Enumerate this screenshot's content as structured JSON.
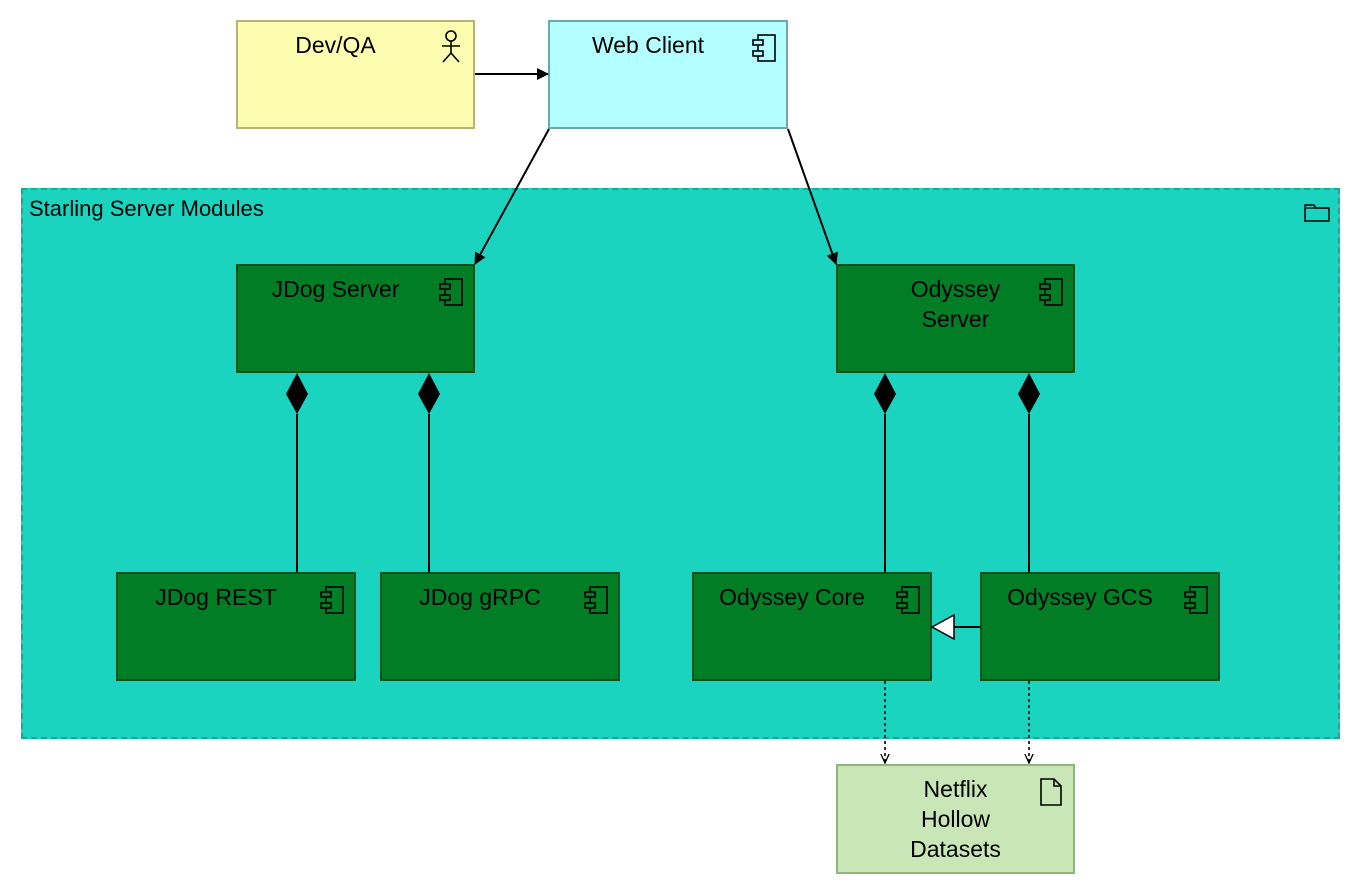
{
  "group": {
    "label": "Starling Server Modules",
    "fill": "#1bd4c0",
    "icon": "folder-icon"
  },
  "nodes": {
    "devqa": {
      "label": "Dev/QA",
      "fill": "#fdfdb0",
      "icon": "actor-icon"
    },
    "webclient": {
      "label": "Web Client",
      "fill": "#b3ffff",
      "icon": "component-icon"
    },
    "jdog_server": {
      "label": "JDog Server",
      "fill": "#007d25",
      "icon": "component-icon"
    },
    "odyssey_server": {
      "label": "Odyssey\nServer",
      "fill": "#007d25",
      "icon": "component-icon"
    },
    "jdog_rest": {
      "label": "JDog REST",
      "fill": "#007d25",
      "icon": "component-icon"
    },
    "jdog_grpc": {
      "label": "JDog gRPC",
      "fill": "#007d25",
      "icon": "component-icon"
    },
    "odyssey_core": {
      "label": "Odyssey Core",
      "fill": "#007d25",
      "icon": "component-icon"
    },
    "odyssey_gcs": {
      "label": "Odyssey GCS",
      "fill": "#007d25",
      "icon": "component-icon"
    },
    "netflix": {
      "label": "Netflix\nHollow\nDatasets",
      "fill": "#c9e6b7",
      "icon": "document-icon"
    }
  },
  "edges": [
    {
      "from": "Dev/QA",
      "to": "Web Client",
      "type": "association-arrow"
    },
    {
      "from": "Web Client",
      "to": "JDog Server",
      "type": "association-arrow"
    },
    {
      "from": "Web Client",
      "to": "Odyssey Server",
      "type": "association-arrow"
    },
    {
      "from": "JDog REST",
      "to": "JDog Server",
      "type": "composition"
    },
    {
      "from": "JDog gRPC",
      "to": "JDog Server",
      "type": "composition"
    },
    {
      "from": "Odyssey Core",
      "to": "Odyssey Server",
      "type": "composition"
    },
    {
      "from": "Odyssey GCS",
      "to": "Odyssey Server",
      "type": "composition"
    },
    {
      "from": "Odyssey GCS",
      "to": "Odyssey Core",
      "type": "specialization"
    },
    {
      "from": "Odyssey Core",
      "to": "Netflix Hollow Datasets",
      "type": "dependency-dashed"
    },
    {
      "from": "Odyssey GCS",
      "to": "Netflix Hollow Datasets",
      "type": "dependency-dashed"
    }
  ]
}
